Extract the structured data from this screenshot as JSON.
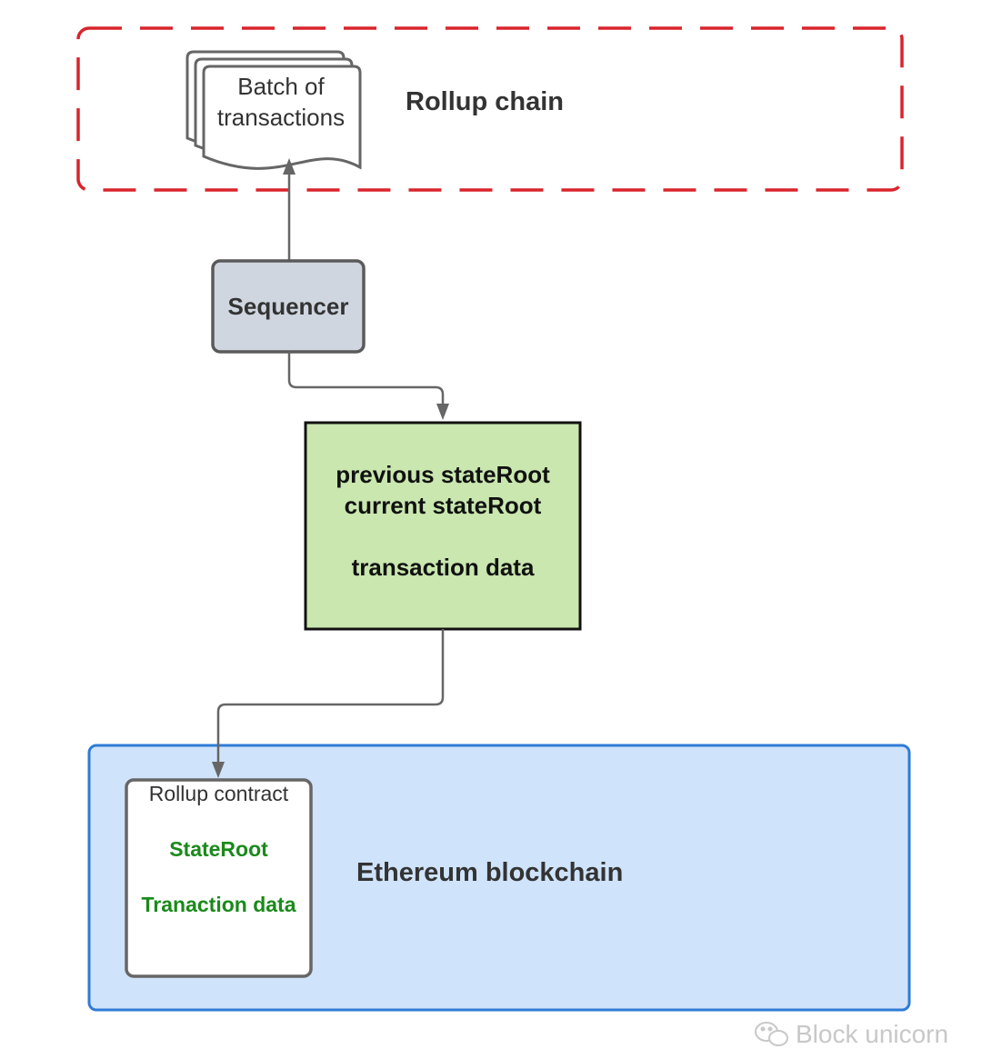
{
  "rollup_chain": {
    "title": "Rollup chain",
    "border_color": "#d9242b",
    "batch": {
      "line1": "Batch of",
      "line2": "transactions"
    }
  },
  "sequencer": {
    "label": "Sequencer",
    "fill": "#d0d6e0"
  },
  "state_box": {
    "line1": "previous stateRoot",
    "line2": "current stateRoot",
    "line3": "transaction data",
    "fill": "#c9e7ae"
  },
  "ethereum": {
    "title": "Ethereum blockchain",
    "fill": "#cfe3fb",
    "border_color": "#2f7bd6",
    "contract": {
      "title": "Rollup contract",
      "state_root": "StateRoot",
      "transaction_data": "Tranaction data",
      "text_color": "#1a8a1a"
    }
  },
  "watermark": {
    "text": "Block unicorn",
    "icon": "wechat-icon"
  }
}
